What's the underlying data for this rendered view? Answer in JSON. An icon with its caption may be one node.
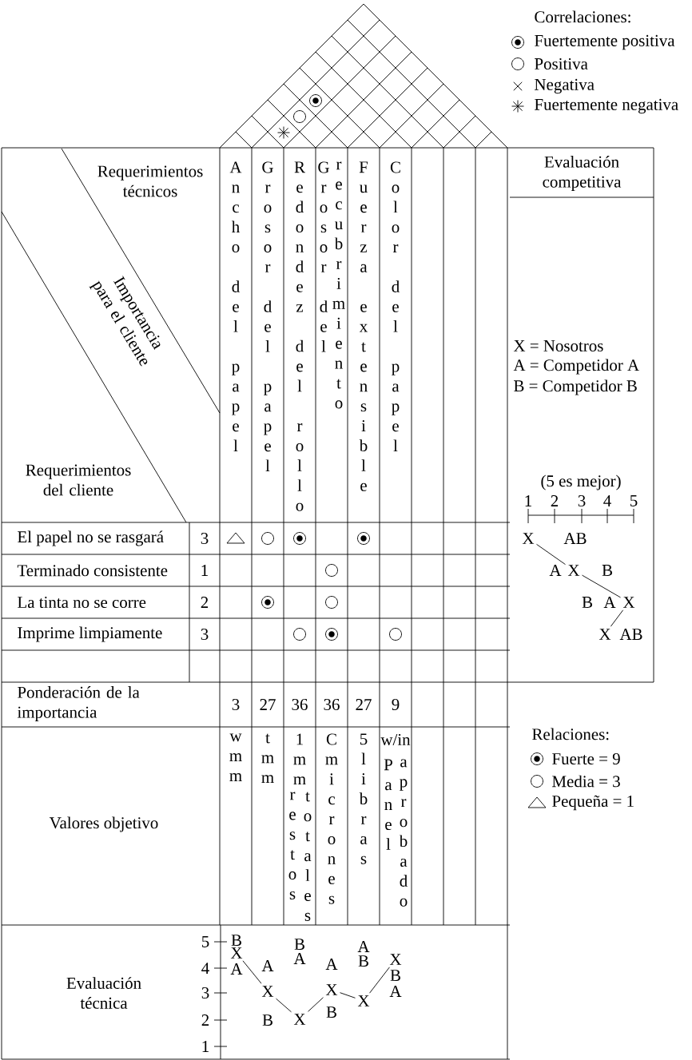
{
  "diagram": {
    "nodes": [
      {
        "text": [
          "X"
        ]
      },
      {
        "text": [
          "X"
        ]
      },
      {
        "text": [
          "X"
        ]
      },
      {
        "text": [
          "X"
        ]
      },
      {
        "text": [
          "X"
        ]
      },
      {
        "text": [
          "X"
        ]
      },
      {
        "text": [
          "X"
        ]
      },
      {
        "text": [
          "X"
        ]
      },
      {
        "text": [
          "X"
        ]
      },
      {
        "text": [
          "X"
        ]
      }
    ],
    "edges": [
      {
        "from": 0,
        "to": 1,
        "arrow": "none"
      },
      {
        "from": 1,
        "to": 2,
        "arrow": "none"
      },
      {
        "from": 2,
        "to": 3,
        "arrow": "none"
      },
      {
        "from": 4,
        "to": 5,
        "arrow": "none"
      },
      {
        "from": 5,
        "to": 6,
        "arrow": "none"
      },
      {
        "from": 6,
        "to": 7,
        "arrow": "none"
      },
      {
        "from": 7,
        "to": 8,
        "arrow": "none"
      },
      {
        "from": 8,
        "to": 9,
        "arrow": "none"
      }
    ],
    "labels": [
      "Correlaciones:",
      "Requerimientos técnicos",
      "Evaluación competitiva",
      "Importancia para el cliente",
      "Ancho del papel",
      "Grosor del papel",
      "Redondez del rollo",
      "Grosor del",
      "recubrimiento",
      "Fuerza extensible",
      "Color del papel",
      "X = Nosotros",
      "A = Competidor A",
      "B = Competidor B",
      "Requerimientos del cliente",
      "(5 es mejor)",
      "1",
      "2",
      "3",
      "4",
      "5",
      "El papel no se rasgará",
      "3",
      "AB",
      "Terminado consistente",
      "1",
      "A",
      "B",
      "La tinta no se corre",
      "2",
      "B",
      "A",
      "Imprime limpiamente",
      "3",
      "AB",
      "Ponderación de la importancia",
      "3",
      "27",
      "36",
      "36",
      "27",
      "9",
      "Relaciones:",
      "w mm",
      "t mm",
      "1 mm",
      "restos",
      "totales",
      "C micrones",
      "5 libras",
      "w/in",
      "Panel",
      "aprobado",
      "Valores objetivo",
      "Evaluación técnica",
      "5",
      "4",
      "3",
      "2",
      "1",
      "B",
      "A",
      "A",
      "B",
      "B",
      "A",
      "A",
      "B",
      "A",
      "B",
      "B",
      "A"
    ],
    "legend": [
      {
        "text": "Fuertemente positiva"
      },
      {
        "text": "Positiva"
      },
      {
        "text": "Negativa"
      },
      {
        "text": "Fuertemente negativa"
      },
      {
        "text": "Fuerte = 9"
      },
      {
        "text": "Media = 3"
      },
      {
        "text": "Pequeña = 1"
      }
    ]
  }
}
